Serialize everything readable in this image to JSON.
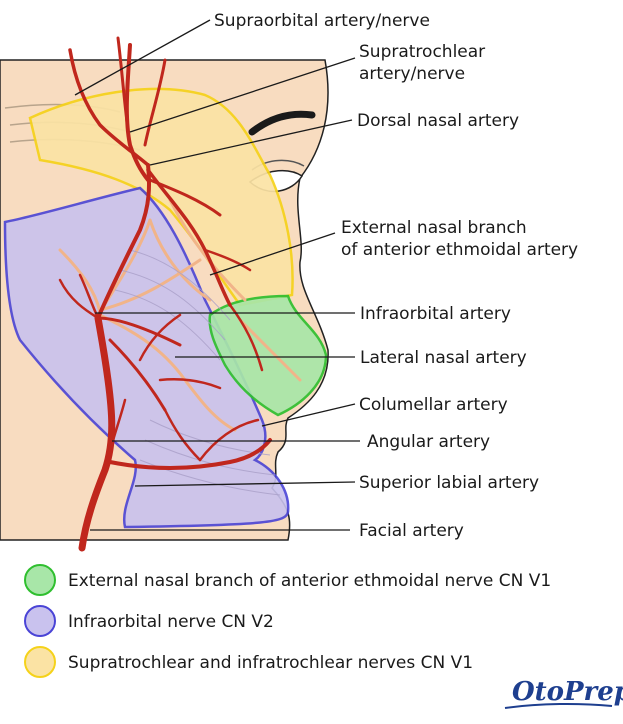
{
  "labels": {
    "supraorbital": "Supraorbital artery/nerve",
    "supratrochlear_line1": "Supratrochlear",
    "supratrochlear_line2": "artery/nerve",
    "dorsal_nasal": "Dorsal nasal artery",
    "ext_nasal_line1": "External nasal branch",
    "ext_nasal_line2": "of anterior ethmoidal artery",
    "infraorbital": "Infraorbital artery",
    "lateral_nasal": "Lateral nasal artery",
    "columellar": "Columellar artery",
    "angular": "Angular artery",
    "superior_labial": "Superior labial artery",
    "facial": "Facial artery"
  },
  "legend": [
    {
      "label": "External nasal branch of anterior ethmoidal nerve CN V1",
      "fill": "#a8e6a8",
      "stroke": "#2fbf2f"
    },
    {
      "label": "Infraorbital nerve CN V2",
      "fill": "#c9c2ee",
      "stroke": "#4a44d6"
    },
    {
      "label": "Supratrochlear and infratrochlear nerves CN V1",
      "fill": "#fbe3a4",
      "stroke": "#f5d21a"
    }
  ],
  "logo": "OtoPrep",
  "colors": {
    "skin": "#f8dcc0",
    "artery": "#c0271d",
    "artery_dark": "#8f1710",
    "nerve": "#f1b489",
    "supratrochlear_zone": "#fbe3a4",
    "infraorbital_zone": "#c9c2ee",
    "ethmoidal_zone": "#a8e6a8"
  }
}
